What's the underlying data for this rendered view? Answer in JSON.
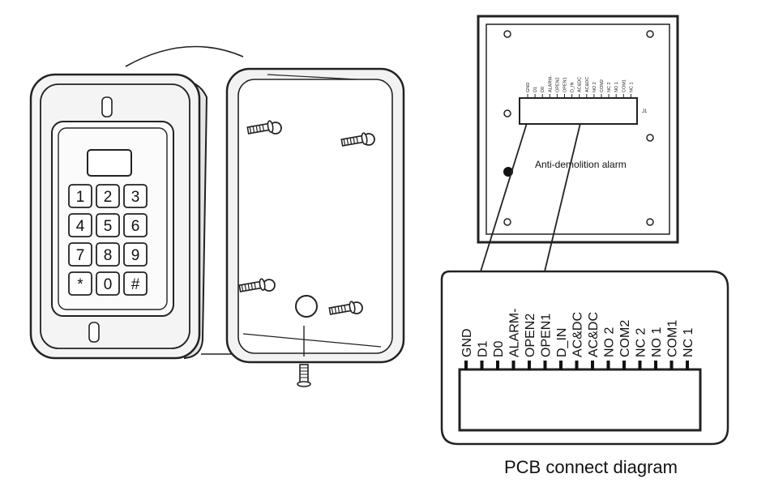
{
  "keypad": {
    "keys": [
      "1",
      "2",
      "3",
      "4",
      "5",
      "6",
      "7",
      "8",
      "9",
      "*",
      "0",
      "#"
    ]
  },
  "pcb": {
    "small_pins": [
      "GND",
      "D1",
      "D0",
      "ALARM-",
      "OPEN2",
      "OPEN1",
      "D_IN",
      "AC&DC",
      "AC&DC",
      "NO 2",
      "COM2",
      "NC 2",
      "NO 1",
      "COM1",
      "NC 1"
    ],
    "header_label": "J1",
    "alarm_label": "Anti-demolition alarm"
  },
  "pins": [
    "GND",
    "D1",
    "D0",
    "ALARM-",
    "OPEN2",
    "OPEN1",
    "D_IN",
    "AC&DC",
    "AC&DC",
    "NO 2",
    "COM2",
    "NC 2",
    "NO 1",
    "COM1",
    "NC 1"
  ],
  "caption": "PCB connect diagram"
}
